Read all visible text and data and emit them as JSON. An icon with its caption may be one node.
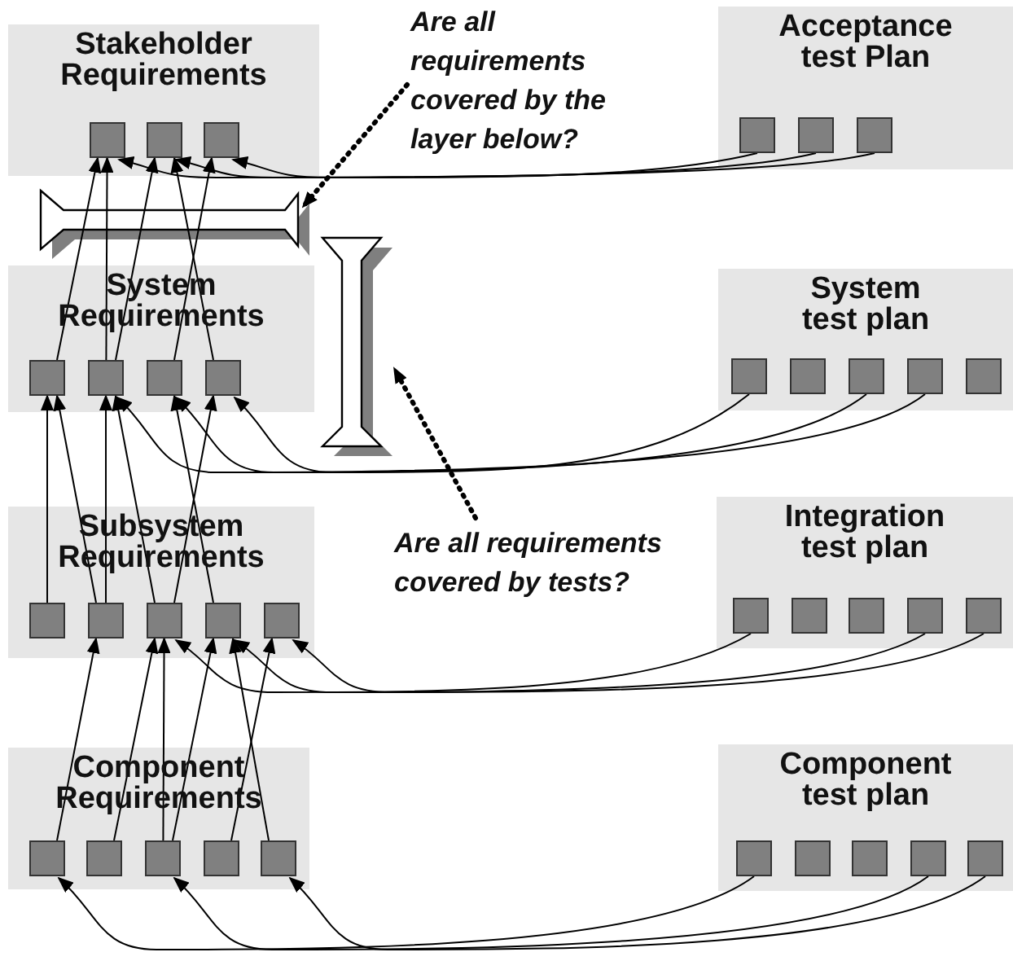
{
  "diagram": {
    "nodes": [
      {
        "text": [
          "Stakeholder Requirements"
        ]
      },
      {
        "text": [],
        "shape": "box",
        "in": 0
      },
      {
        "text": [],
        "shape": "box",
        "in": 0
      },
      {
        "text": [],
        "shape": "box",
        "in": 0
      },
      {
        "text": [
          "Acceptance test Plan"
        ]
      },
      {
        "text": [],
        "shape": "box",
        "in": 4
      },
      {
        "text": [],
        "shape": "box",
        "in": 4
      },
      {
        "text": [],
        "shape": "box",
        "in": 4
      },
      {
        "text": [
          "System Requirements"
        ]
      },
      {
        "text": [],
        "shape": "box",
        "in": 8
      },
      {
        "text": [],
        "shape": "box",
        "in": 8
      },
      {
        "text": [],
        "shape": "box",
        "in": 8
      },
      {
        "text": [],
        "shape": "box",
        "in": 8
      },
      {
        "text": [
          "System test plan"
        ]
      },
      {
        "text": [],
        "shape": "box",
        "in": 13
      },
      {
        "text": [],
        "shape": "box",
        "in": 13
      },
      {
        "text": [],
        "shape": "box",
        "in": 13
      },
      {
        "text": [],
        "shape": "box",
        "in": 13
      },
      {
        "text": [],
        "shape": "box",
        "in": 13
      },
      {
        "text": [
          "Subsystem Requirements"
        ]
      },
      {
        "text": [],
        "shape": "box",
        "in": 19
      },
      {
        "text": [],
        "shape": "box",
        "in": 19
      },
      {
        "text": [],
        "shape": "box",
        "in": 19
      },
      {
        "text": [],
        "shape": "box",
        "in": 19
      },
      {
        "text": [],
        "shape": "box",
        "in": 19
      },
      {
        "text": [
          "Integration test plan"
        ]
      },
      {
        "text": [],
        "shape": "box",
        "in": 25
      },
      {
        "text": [],
        "shape": "box",
        "in": 25
      },
      {
        "text": [],
        "shape": "box",
        "in": 25
      },
      {
        "text": [],
        "shape": "box",
        "in": 25
      },
      {
        "text": [],
        "shape": "box",
        "in": 25
      },
      {
        "text": [
          "Component Requirements"
        ]
      },
      {
        "text": [],
        "shape": "box",
        "in": 31
      },
      {
        "text": [],
        "shape": "box",
        "in": 31
      },
      {
        "text": [],
        "shape": "box",
        "in": 31
      },
      {
        "text": [],
        "shape": "box",
        "in": 31
      },
      {
        "text": [],
        "shape": "box",
        "in": 31
      },
      {
        "text": [
          "Component test plan"
        ]
      },
      {
        "text": [],
        "shape": "box",
        "in": 37
      },
      {
        "text": [],
        "shape": "box",
        "in": 37
      },
      {
        "text": [],
        "shape": "box",
        "in": 37
      },
      {
        "text": [],
        "shape": "box",
        "in": 37
      },
      {
        "text": [],
        "shape": "box",
        "in": 37
      },
      {
        "text": [
          "Are all requirements covered by the layer below?"
        ]
      },
      {
        "text": [],
        "shape": "bar"
      },
      {
        "text": [],
        "shape": "bar"
      },
      {
        "text": [
          "Are all requirements covered by tests?"
        ]
      }
    ],
    "edges": [
      {
        "from": 9,
        "to": 1,
        "arrow": "to"
      },
      {
        "from": 10,
        "to": 1,
        "arrow": "to"
      },
      {
        "from": 10,
        "to": 2,
        "arrow": "to"
      },
      {
        "from": 11,
        "to": 3,
        "arrow": "to"
      },
      {
        "from": 12,
        "to": 2,
        "arrow": "to"
      },
      {
        "from": 5,
        "to": 3,
        "arrow": "to"
      },
      {
        "from": 6,
        "to": 2,
        "arrow": "to"
      },
      {
        "from": 7,
        "to": 1,
        "arrow": "to"
      },
      {
        "from": 14,
        "to": 12,
        "arrow": "to"
      },
      {
        "from": 16,
        "to": 11,
        "arrow": "to"
      },
      {
        "from": 17,
        "to": 10,
        "arrow": "to"
      },
      {
        "from": 20,
        "to": 9,
        "arrow": "to"
      },
      {
        "from": 21,
        "to": 9,
        "arrow": "to"
      },
      {
        "from": 21,
        "to": 10,
        "arrow": "to"
      },
      {
        "from": 22,
        "to": 10,
        "arrow": "to"
      },
      {
        "from": 23,
        "to": 11,
        "arrow": "to"
      },
      {
        "from": 22,
        "to": 12,
        "arrow": "to"
      },
      {
        "from": 26,
        "to": 22,
        "arrow": "to"
      },
      {
        "from": 29,
        "to": 23,
        "arrow": "to"
      },
      {
        "from": 30,
        "to": 24,
        "arrow": "to"
      },
      {
        "from": 32,
        "to": 21,
        "arrow": "to"
      },
      {
        "from": 33,
        "to": 22,
        "arrow": "to"
      },
      {
        "from": 34,
        "to": 22,
        "arrow": "to"
      },
      {
        "from": 34,
        "to": 23,
        "arrow": "to"
      },
      {
        "from": 35,
        "to": 24,
        "arrow": "to"
      },
      {
        "from": 36,
        "to": 23,
        "arrow": "to"
      },
      {
        "from": 38,
        "to": 32,
        "arrow": "to"
      },
      {
        "from": 41,
        "to": 34,
        "arrow": "to"
      },
      {
        "from": 42,
        "to": 36,
        "arrow": "to"
      },
      {
        "from": 43,
        "to": 44,
        "arrow": "to",
        "style": "dashed"
      },
      {
        "from": 46,
        "to": 45,
        "arrow": "to",
        "style": "dashed"
      }
    ]
  }
}
